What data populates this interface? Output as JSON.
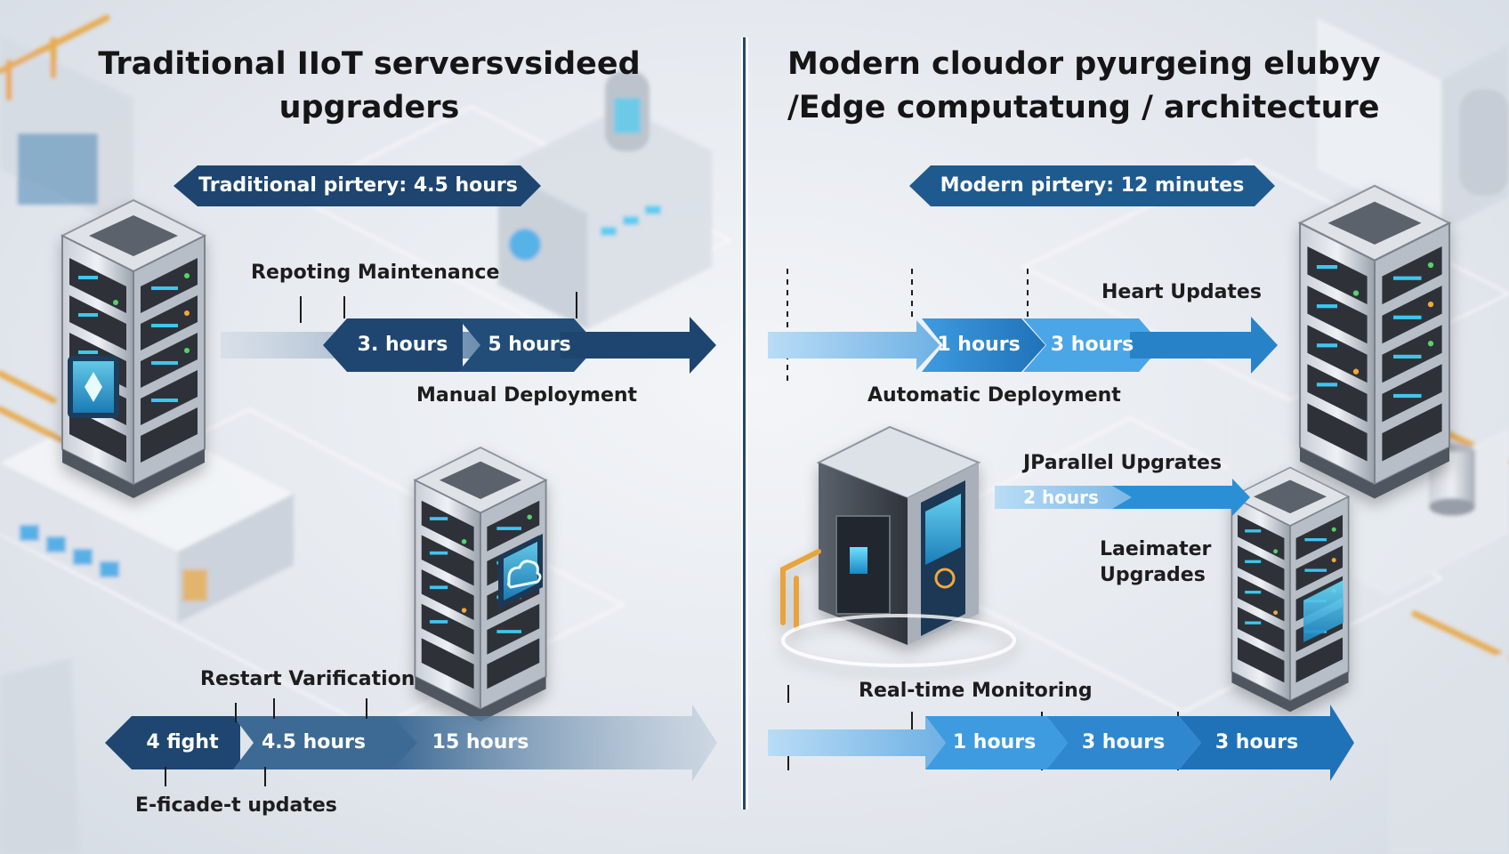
{
  "left": {
    "title_line1": "Traditional IIoT serversvsideed",
    "title_line2": "upgraders",
    "duration_banner": "Traditional pirtery: 4.5 hours",
    "label_maintenance": "Repoting Maintenance",
    "label_manual": "Manual Deployment",
    "label_restart": "Restart Varification",
    "label_footnote": "E-ficade-t updates",
    "row1_segments": [
      "3. hours",
      "5 hours"
    ],
    "row2_segments": [
      "4 fight",
      "4.5 hours",
      "15 hours"
    ]
  },
  "right": {
    "title_line1": "Modern cloudor pyurgeing elubyy",
    "title_line2": "/Edge computatung / architecture",
    "duration_banner": "Modern pirtery: 12 minutes",
    "label_heart": "Heart Updates",
    "label_automatic": "Automatic Deployment",
    "label_parallel": "JParallel Upgrates",
    "label_laeimater_1": "Laeimater",
    "label_laeimater_2": "Upgrades",
    "label_realtime": "Real-time Monitoring",
    "row1_segments": [
      "1 hours",
      "3 hours"
    ],
    "parallel_segment": "2 hours",
    "row2_segments": [
      "1 hours",
      "3 hours",
      "3 hours"
    ]
  },
  "colors": {
    "navy": "#1a3d66",
    "steel_blue": "#2f6d9e",
    "bright_blue": "#2b8fd6",
    "light_blue": "#8fc6ee",
    "screen_cyan": "#3ec7f0",
    "pipe_orange": "#e8a33a"
  },
  "icons": [
    "server-rack-icon",
    "cloud-icon",
    "diamond-chip-icon",
    "factory-building-icon",
    "storage-tank-icon"
  ]
}
